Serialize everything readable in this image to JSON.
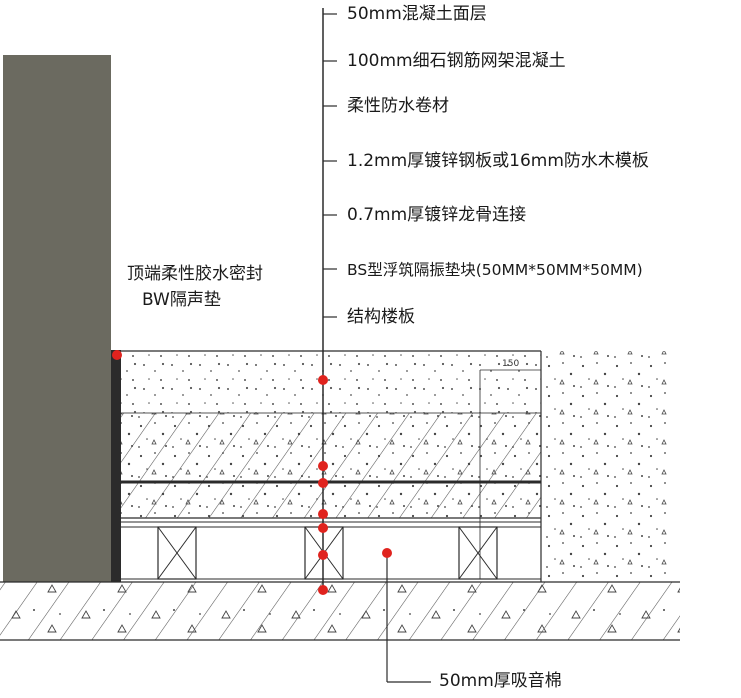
{
  "callouts": [
    "50mm混凝土面层",
    "100mm细石钢筋网架混凝土",
    "柔性防水卷材",
    "1.2mm厚镀锌钢板或16mm防水木模板",
    "0.7mm厚镀锌龙骨连接",
    "BS型浮筑隔振垫块(50MM*50MM*50MM)",
    "结构楼板"
  ],
  "left_note": {
    "line1": "顶端柔性胶水密封",
    "line2": "BW隔声垫"
  },
  "bottom_callout": "50mm厚吸音棉",
  "dimension": "150",
  "colors": {
    "wall": "#6b6a60",
    "marker": "#e0231e",
    "line": "#2b2b2b"
  }
}
